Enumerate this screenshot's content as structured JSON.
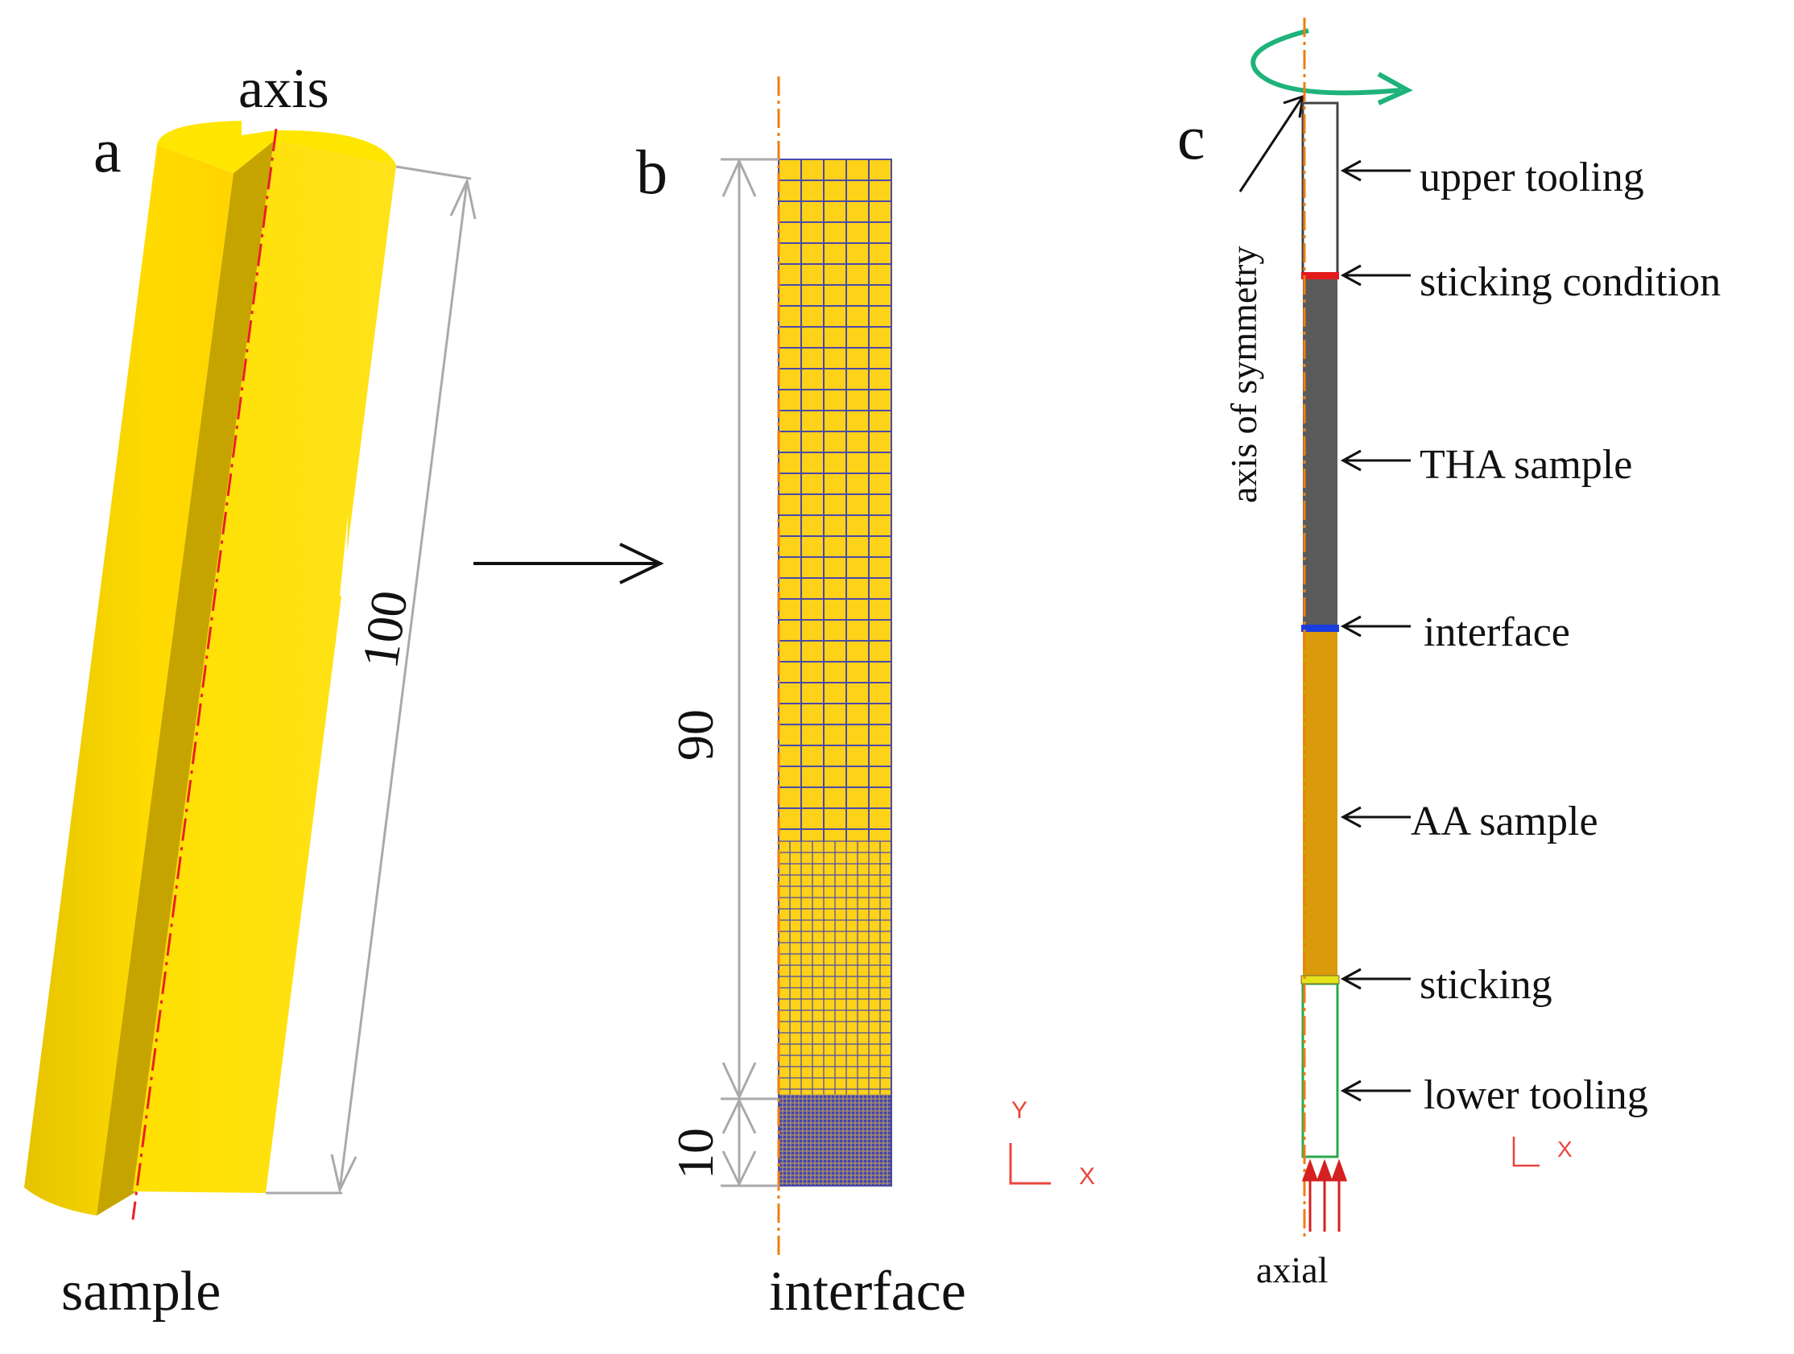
{
  "panel_a": {
    "letter": "a",
    "axis_label": "axis",
    "dimension": "100",
    "caption": "sample"
  },
  "panel_b": {
    "letter": "b",
    "dimension_upper": "90",
    "dimension_lower": "10",
    "caption": "interface",
    "coord_y": "Y",
    "coord_x": "X"
  },
  "panel_c": {
    "letter": "c",
    "symmetry_label": "axis of symmetry",
    "callouts": [
      "upper tooling",
      "sticking condition",
      "THA sample",
      "interface",
      "AA sample",
      "sticking",
      "lower tooling"
    ],
    "bottom_label": "axial",
    "coord_x": "X"
  },
  "colors": {
    "sample_yellow": "#ffe11a",
    "sample_shadow": "#c9a800",
    "mesh_line": "#4a4aa8",
    "tha_gray": "#5a5a5a",
    "aa_orange": "#d99a0b",
    "sticking_red": "#e31b1b",
    "interface_blue": "#1a3de0",
    "sticking_yellow": "#e6e21a",
    "lower_green": "#2aa84a",
    "rotation_green": "#1eb37a",
    "axis_orange": "#f07d10",
    "axis_red": "#e8202a",
    "dimension_gray": "#aaaaaa",
    "coord_red": "#e8463e"
  }
}
